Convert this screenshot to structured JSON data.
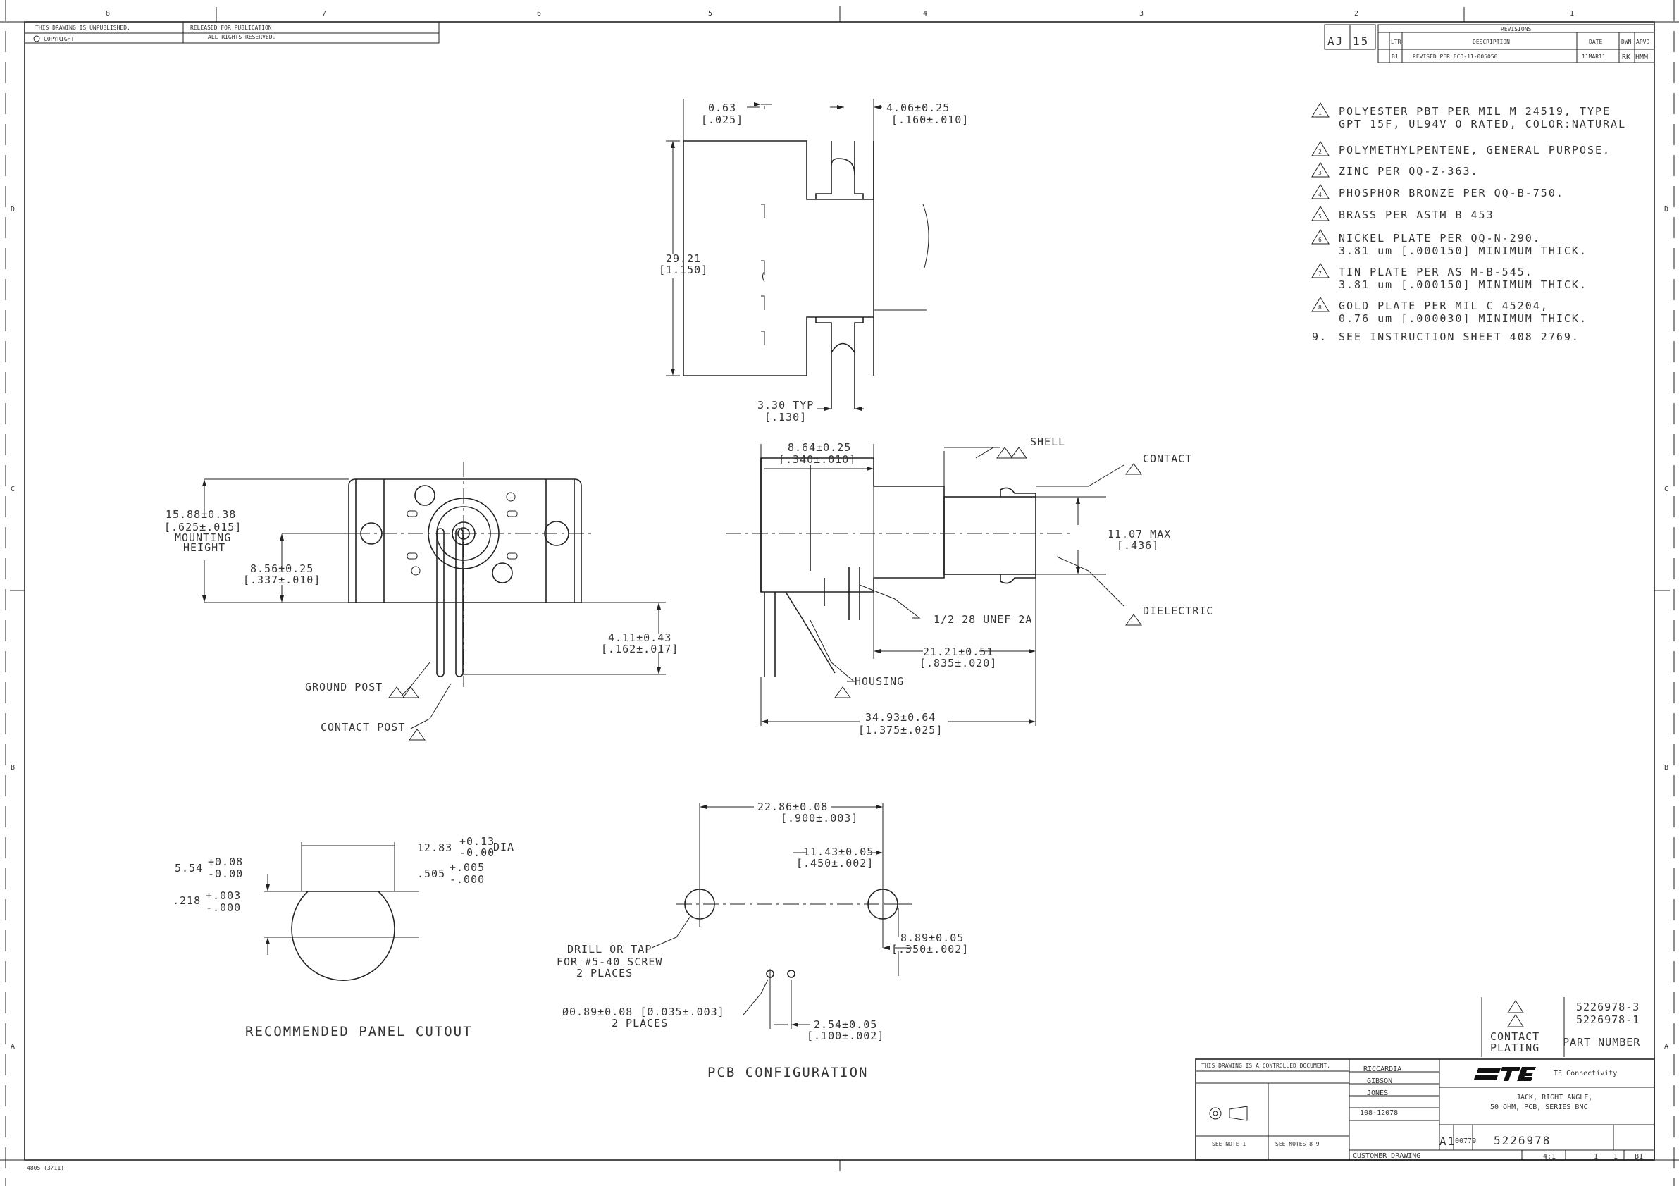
{
  "border": {
    "top_zones": [
      "8",
      "7",
      "6",
      "5",
      "4",
      "3",
      "2",
      "1"
    ],
    "side_zones": [
      "D",
      "C",
      "B",
      "A"
    ]
  },
  "header_left": {
    "line1": "THIS DRAWING IS UNPUBLISHED.",
    "line1b": "RELEASED FOR PUBLICATION",
    "line2": "COPYRIGHT",
    "line2b": "ALL RIGHTS RESERVED."
  },
  "revision_block": {
    "loc": "AJ",
    "dist": "15",
    "title": "REVISIONS",
    "col_ltr": "LTR",
    "col_desc": "DESCRIPTION",
    "col_date": "DATE",
    "col_dwn": "DWN",
    "col_apvd": "APVD",
    "row_ltr": "B1",
    "row_desc": "REVISED PER ECO-11-005050",
    "row_date": "11MAR11",
    "row_dwn": "RK",
    "row_apvd": "HMM"
  },
  "notes": [
    {
      "flag": "1",
      "lines": [
        "POLYESTER PBT PER MIL M 24519, TYPE",
        "GPT 15F, UL94V O RATED, COLOR:NATURAL"
      ]
    },
    {
      "flag": "2",
      "lines": [
        "POLYMETHYLPENTENE, GENERAL PURPOSE."
      ]
    },
    {
      "flag": "3",
      "lines": [
        "ZINC PER QQ-Z-363."
      ]
    },
    {
      "flag": "4",
      "lines": [
        "PHOSPHOR BRONZE PER QQ-B-750."
      ]
    },
    {
      "flag": "5",
      "lines": [
        "BRASS PER ASTM B 453"
      ]
    },
    {
      "flag": "6",
      "lines": [
        "NICKEL PLATE PER QQ-N-290.",
        "3.81  um [.000150] MINIMUM THICK."
      ]
    },
    {
      "flag": "7",
      "lines": [
        "TIN PLATE PER AS M-B-545.",
        "3.81  um [.000150] MINIMUM THICK."
      ]
    },
    {
      "flag": "8",
      "lines": [
        "GOLD PLATE PER MIL C 45204,",
        "0.76  um [.000030] MINIMUM THICK."
      ]
    },
    {
      "flag": "9.",
      "lines": [
        "SEE INSTRUCTION SHEET 408 2769."
      ]
    }
  ],
  "top_view": {
    "d1a": "0.63",
    "d1b": "[.025]",
    "d2a": "4.06±0.25",
    "d2b": "[.160±.010]",
    "d3a": "29.21",
    "d3b": "[1.150]",
    "d4a": "3.30 TYP",
    "d4b": "[.130]"
  },
  "front_view": {
    "d1a": "15.88±0.38",
    "d1b": "[.625±.015]",
    "d1c": "MOUNTING",
    "d1d": "HEIGHT",
    "d2a": "8.56±0.25",
    "d2b": "[.337±.010]",
    "d3a": "4.11±0.43",
    "d3b": "[.162±.017]",
    "ground_post": "GROUND POST",
    "contact_post": "CONTACT POST"
  },
  "side_view": {
    "d1a": "8.64±0.25",
    "d1b": "[.340±.010]",
    "shell": "SHELL",
    "contact": "CONTACT",
    "d2a": "11.07 MAX",
    "d2b": "[.436]",
    "dielectric": "DIELECTRIC",
    "thread": "1/2 28 UNEF 2A",
    "d3a": "21.21±0.51",
    "d3b": "[.835±.020]",
    "housing": "HOUSING",
    "d4a": "34.93±0.64",
    "d4b": "[1.375±.025]"
  },
  "panel_cutout": {
    "title": "RECOMMENDED PANEL CUTOUT",
    "d1a": "5.54",
    "d1tol_a": "+0.08",
    "d1tol_b": "-0.00",
    "d1b": ".218",
    "d1btol_a": "+.003",
    "d1btol_b": "-.000",
    "d2a": "12.83",
    "d2tol_a": "+0.13",
    "d2tol_b": "-0.00",
    "d2dia": "DIA",
    "d2b": ".505",
    "d2btol_a": "+.005",
    "d2btol_b": "-.000"
  },
  "pcb": {
    "title": "PCB CONFIGURATION",
    "d1a": "22.86±0.08",
    "d1b": "[.900±.003]",
    "d2a": "11.43±0.05",
    "d2b": "[.450±.002]",
    "d3a": "8.89±0.05",
    "d3b": "[.350±.002]",
    "drill1": "DRILL OR TAP",
    "drill2": "FOR #5-40 SCREW",
    "drill3": "2 PLACES",
    "hole1": "Ø0.89±0.08 [Ø.035±.003]",
    "hole2": "2 PLACES",
    "d4a": "2.54±0.05",
    "d4b": "[.100±.002]"
  },
  "part_table": {
    "pn1": "5226978-3",
    "pn2": "5226978-1",
    "col1a": "CONTACT",
    "col1b": "PLATING",
    "col2": "PART NUMBER"
  },
  "title_block": {
    "controlled": "THIS DRAWING IS A CONTROLLED DOCUMENT.",
    "dwn": "RICCARDIA",
    "chk": "GIBSON",
    "apvd": "JONES",
    "product_spec": "108-12078",
    "company": "TE Connectivity",
    "name1": "JACK, RIGHT ANGLE,",
    "name2": "50 OHM, PCB, SERIES BNC",
    "size": "A1",
    "cage": "00779",
    "dwg_no": "5226978",
    "scale": "4:1",
    "sheet": "1",
    "of": "1",
    "rev": "B1",
    "customer": "CUSTOMER DRAWING",
    "side_note": "SEE NOTE 1",
    "weight": "SEE NOTES 8 9",
    "form": "4805 (3/11)"
  }
}
